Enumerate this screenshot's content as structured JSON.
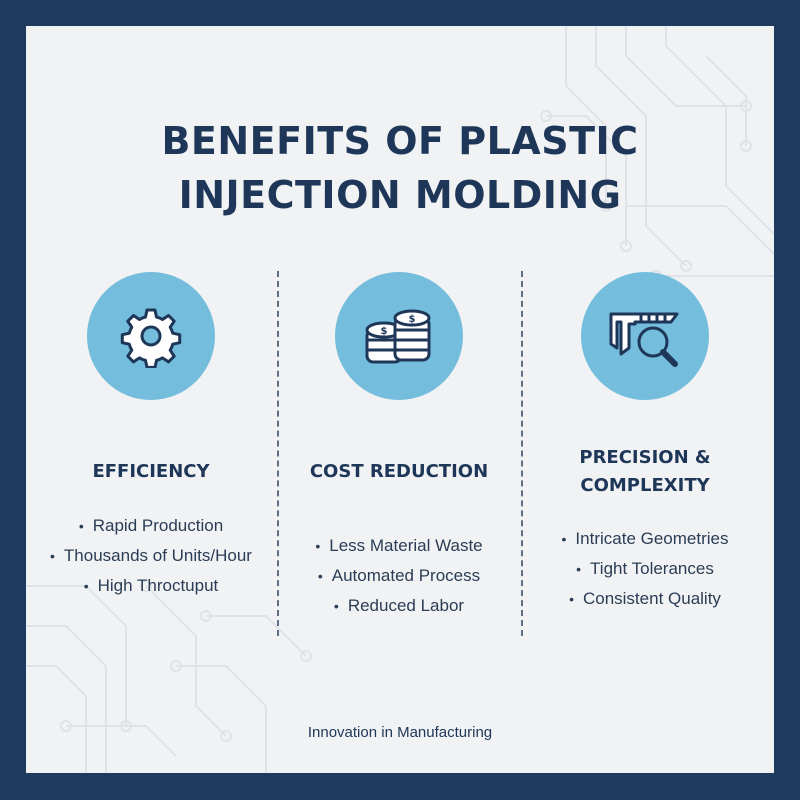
{
  "title_lines": [
    "BENEFITS OF PLASTIC",
    "INJECTION MOLDING"
  ],
  "columns": [
    {
      "icon": "gear-icon",
      "heading_lines": [
        "EFFICIENCY"
      ],
      "bullets": [
        "Rapid Production",
        "Thousands of Units/Hour",
        "High Throctuput"
      ]
    },
    {
      "icon": "coin-stack-icon",
      "heading_lines": [
        "COST REDUCTION"
      ],
      "bullets": [
        "Less Material Waste",
        "Automated Process",
        "Reduced Labor"
      ]
    },
    {
      "icon": "caliper-magnifier-icon",
      "heading_lines": [
        "PRECISION &",
        "COMPLEXITY"
      ],
      "bullets": [
        "Intricate Geometries",
        "Tight Tolerances",
        "Consistent Quality"
      ]
    }
  ],
  "footer": "Innovation in Manufacturing",
  "colors": {
    "frame": "#1f3a5c",
    "background": "#f0f2f4",
    "accent_circle": "#74bddc",
    "heading": "#1e3658"
  }
}
